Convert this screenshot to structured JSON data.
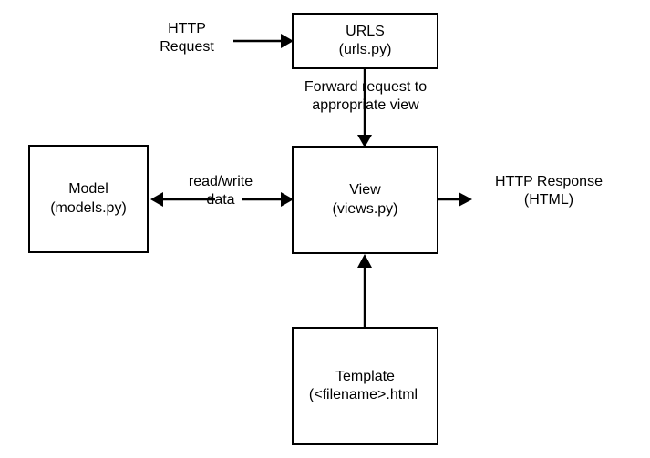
{
  "diagram": {
    "title": "Django request/response flow",
    "background": "#ffffff",
    "stroke": "#000000",
    "nodes": [
      {
        "id": "urls",
        "line1": "URLS",
        "line2": "(urls.py)"
      },
      {
        "id": "model",
        "line1": "Model",
        "line2": "(models.py)"
      },
      {
        "id": "view",
        "line1": "View",
        "line2": "(views.py)"
      },
      {
        "id": "template",
        "line1": "Template",
        "line2": "(<filename>.html"
      }
    ],
    "labels": [
      {
        "id": "http_request",
        "line1": "HTTP",
        "line2": "Request"
      },
      {
        "id": "forward",
        "line1": "Forward request to",
        "line2": "appropriate view"
      },
      {
        "id": "read_write",
        "line1": "read/write",
        "line2": "data"
      },
      {
        "id": "http_response",
        "line1": "HTTP Response",
        "line2": "(HTML)"
      }
    ],
    "edges": [
      {
        "id": "request-to-urls",
        "from": "http-request-label",
        "to": "urls",
        "direction": "right"
      },
      {
        "id": "urls-to-view",
        "from": "urls",
        "to": "view",
        "direction": "down",
        "label": "Forward request to appropriate view"
      },
      {
        "id": "view-to-model",
        "from": "view",
        "to": "model",
        "direction": "left",
        "label": "read/write data"
      },
      {
        "id": "model-to-view",
        "from": "model",
        "to": "view",
        "direction": "right",
        "label": "read/write data"
      },
      {
        "id": "view-to-response",
        "from": "view",
        "to": "http-response-label",
        "direction": "right"
      },
      {
        "id": "template-to-view",
        "from": "template",
        "to": "view",
        "direction": "up"
      }
    ]
  }
}
